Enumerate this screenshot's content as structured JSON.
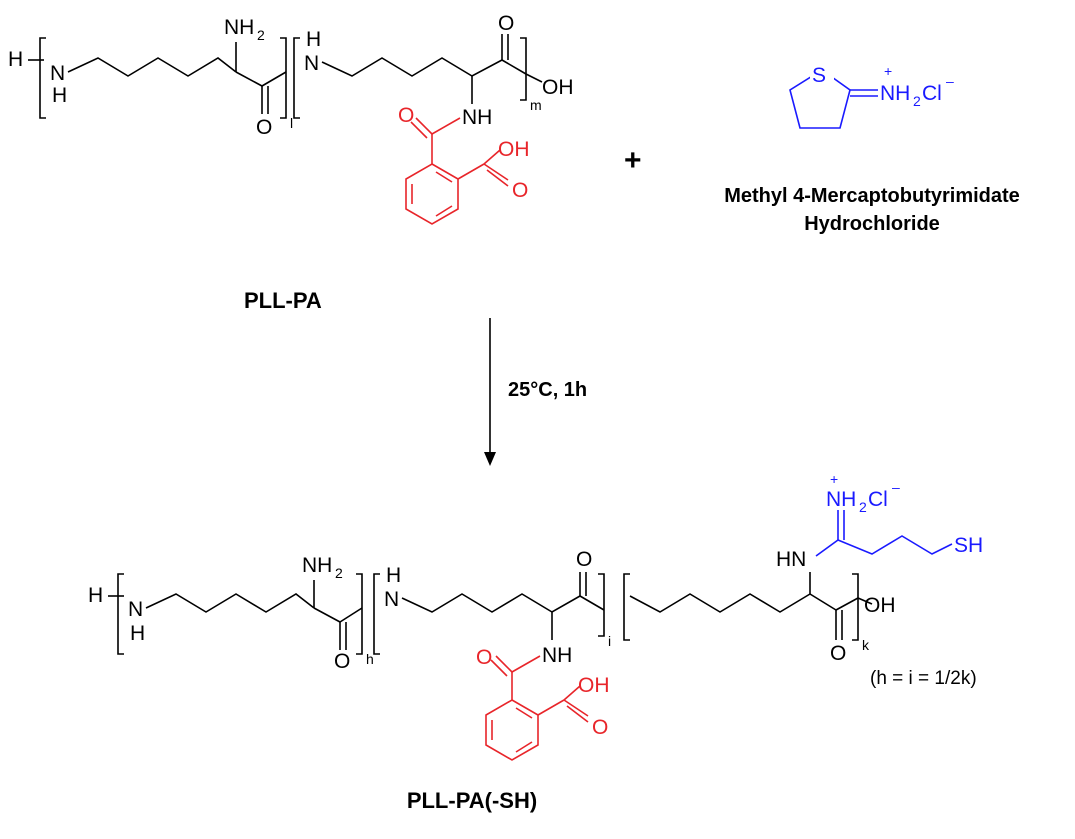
{
  "colors": {
    "black": "#000000",
    "red": "#e8252a",
    "blue": "#1a1aff"
  },
  "reactant": {
    "name": "PLL-PA",
    "atoms": {
      "h_end": "H",
      "nh": "N",
      "h_sub": "H",
      "nh2": "NH",
      "nh2_sub": "2",
      "carbonyl_o1": "O",
      "repeat_l": "l",
      "n_top_h": "H",
      "n2": "N",
      "carbonyl_o2": "O",
      "repeat_m": "m",
      "oh_end": "OH",
      "amide_nh": "NH",
      "pa_o": "O",
      "pa_oh": "OH",
      "pa_o2": "O"
    }
  },
  "plus_sign": "+",
  "reagent": {
    "name_line1": "Methyl 4-Mercaptobutyrimidate",
    "name_line2": "Hydrochloride",
    "atoms": {
      "s": "S",
      "charge": "+",
      "nh2cl": "NH",
      "nh2cl_sub": "2",
      "cl": "Cl",
      "cl_charge": "–"
    }
  },
  "arrow": {
    "condition": "25°C, 1h"
  },
  "product": {
    "name": "PLL-PA(-SH)",
    "note": "(h = i = 1/2k)",
    "atoms": {
      "h_end": "H",
      "nh": "N",
      "h_sub": "H",
      "nh2": "NH",
      "nh2_sub": "2",
      "carbonyl_o1": "O",
      "repeat_h": "h",
      "n_top_h": "H",
      "n2": "N",
      "amide_nh": "NH",
      "carbonyl_o2": "O",
      "repeat_i": "i",
      "pa_o": "O",
      "pa_oh": "OH",
      "pa_o2": "O",
      "hn": "HN",
      "sh": "SH",
      "charge": "+",
      "nh2cl": "NH",
      "nh2cl_sub": "2",
      "cl": "Cl",
      "cl_charge": "–",
      "oh_end": "OH",
      "carbonyl_o3": "O",
      "repeat_k": "k"
    }
  }
}
